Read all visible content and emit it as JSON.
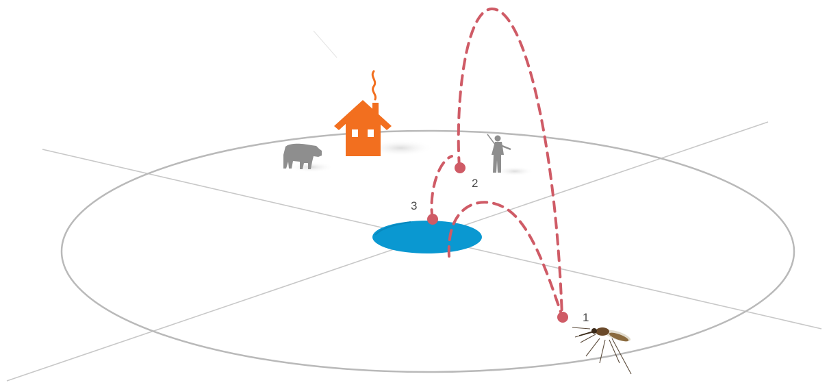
{
  "diagram": {
    "points": [
      {
        "id": "1",
        "label": "1"
      },
      {
        "id": "2",
        "label": "2"
      },
      {
        "id": "3",
        "label": "3"
      }
    ],
    "icons": {
      "house": "house-icon",
      "smoke": "chimney-smoke-icon",
      "cow": "cow-icon",
      "person": "person-icon",
      "pond": "water-pond-icon",
      "mosquito": "mosquito-icon"
    },
    "colors": {
      "flight_path": "#cf5b66",
      "house": "#f26f1f",
      "pond": "#0a98d1",
      "ellipse": "#b9b9b9",
      "axis": "#c8c8c8",
      "silhouette": "#8e8e8e",
      "label": "#4a4a4a"
    }
  }
}
